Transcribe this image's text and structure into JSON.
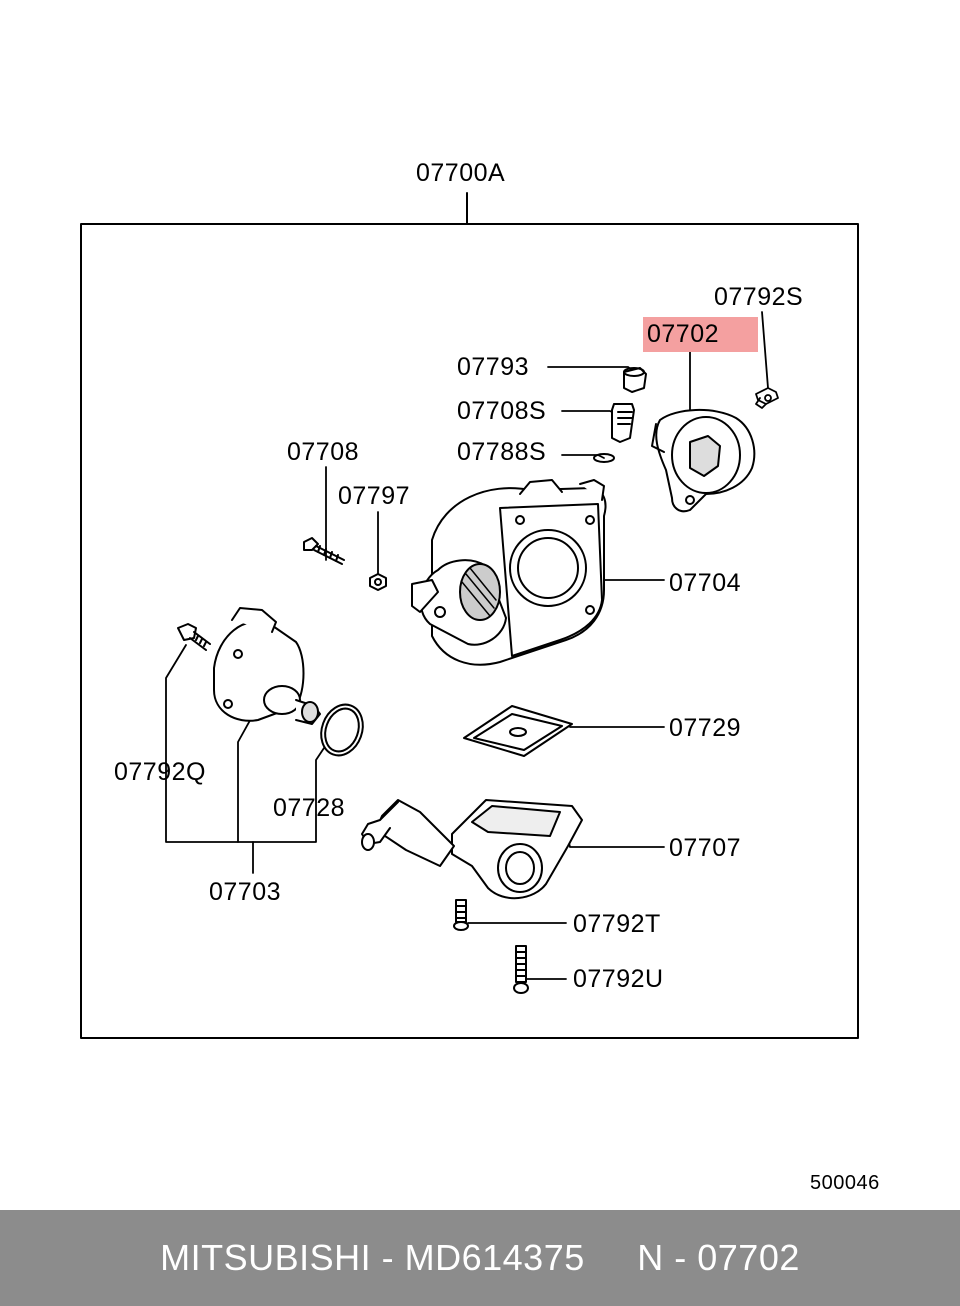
{
  "colors": {
    "highlight": "#f4a0a0",
    "footer_bg": "#8c8c8c",
    "footer_text": "#ffffff",
    "line": "#000000"
  },
  "assembly": {
    "label": "07700A"
  },
  "parts": {
    "p07792S": "07792S",
    "p07702": "07702",
    "p07793": "07793",
    "p07708S": "07708S",
    "p07788S": "07788S",
    "p07708": "07708",
    "p07797": "07797",
    "p07704": "07704",
    "p07729": "07729",
    "p07792Q": "07792Q",
    "p07728": "07728",
    "p07707": "07707",
    "p07703": "07703",
    "p07792T": "07792T",
    "p07792U": "07792U"
  },
  "drawing_number": "500046",
  "footer": {
    "brand": "MITSUBISHI",
    "separator": " - ",
    "part_number": "MD614375",
    "position_prefix": "N",
    "position": "07702"
  }
}
